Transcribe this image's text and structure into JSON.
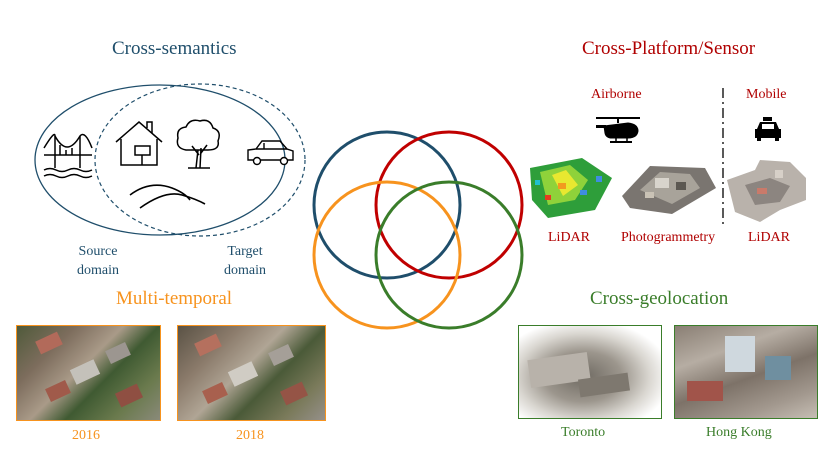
{
  "cross_semantics": {
    "title": "Cross-semantics",
    "source_label": "Source\ndomain",
    "target_label": "Target\ndomain",
    "color": "#1f4e6b"
  },
  "cross_platform": {
    "title": "Cross-Platform/Sensor",
    "airborne_label": "Airborne",
    "mobile_label": "Mobile",
    "lidar_label_1": "LiDAR",
    "photogrammetry_label": "Photogrammetry",
    "lidar_label_2": "LiDAR",
    "color": "#b00000"
  },
  "multi_temporal": {
    "title": "Multi-temporal",
    "year_1": "2016",
    "year_2": "2018",
    "color": "#f7931e"
  },
  "cross_geolocation": {
    "title": "Cross-geolocation",
    "city_1": "Toronto",
    "city_2": "Hong Kong",
    "color": "#3a7d2a"
  },
  "venn": {
    "colors": [
      "#1f4e6b",
      "#c00000",
      "#f7931e",
      "#3a7d2a"
    ]
  }
}
